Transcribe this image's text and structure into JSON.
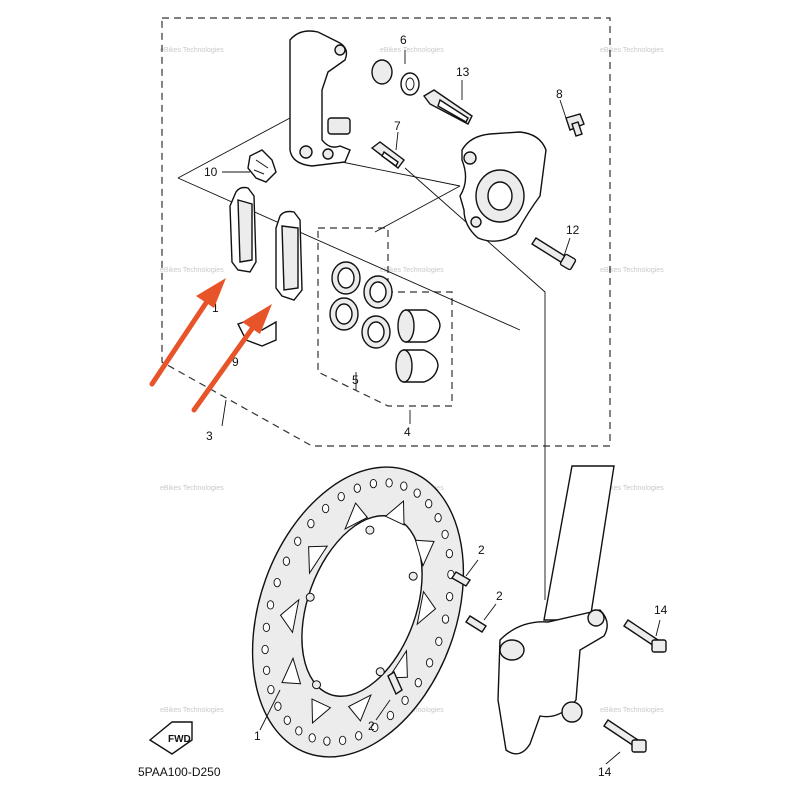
{
  "diagram_code": "5PAA100-D250",
  "fwd_label": "FWD",
  "watermark_text": "eBikes Technologies",
  "arrow_color": "#e8542a",
  "callouts": {
    "c1_disc": "1",
    "c1_pad": "1",
    "c2_a": "2",
    "c2_b": "2",
    "c2_c": "2",
    "c3": "3",
    "c4": "4",
    "c5": "5",
    "c6": "6",
    "c7": "7",
    "c8": "8",
    "c9": "9",
    "c10": "10",
    "c12": "12",
    "c13": "13",
    "c14_a": "14",
    "c14_b": "14"
  }
}
